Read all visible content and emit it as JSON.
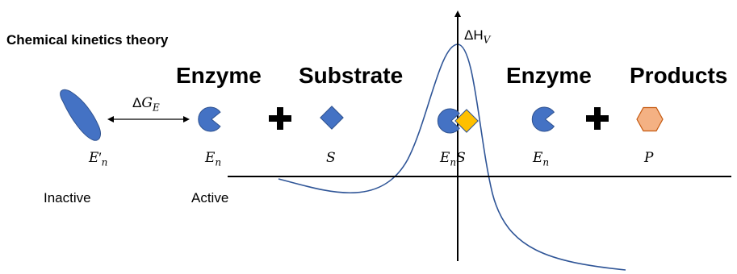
{
  "title": "Chemical kinetics theory",
  "headings": {
    "enzyme_left": "Enzyme",
    "substrate": "Substrate",
    "enzyme_right": "Enzyme",
    "products": "Products"
  },
  "equilibrium_label": {
    "delta": "Δ",
    "var": "G",
    "sub": "E"
  },
  "peak_label": {
    "delta": "ΔH",
    "sub": "V"
  },
  "species_labels": {
    "inactive_enzyme": {
      "base": "E",
      "prime": "′",
      "sub": "n"
    },
    "active_enzyme": {
      "base": "E",
      "sub": "n"
    },
    "substrate": {
      "base": "S"
    },
    "complex": {
      "base": "E",
      "sub": "n",
      "tail": "S"
    },
    "enzyme_product_side": {
      "base": "E",
      "sub": "n"
    },
    "product": {
      "base": "P"
    }
  },
  "state_labels": {
    "inactive": "Inactive",
    "active": "Active"
  },
  "plus_signs": [
    "+",
    "+"
  ],
  "colors": {
    "enzyme_blue": "#4472C4",
    "enzyme_outline": "#2F528F",
    "substrate_yellow": "#FFC000",
    "product_orange": "#F4B183",
    "product_outline": "#C55A11",
    "curve": "#2F5597",
    "axes": "#000000"
  },
  "icons": [
    "inactive-enzyme-shape",
    "pacman-enzyme",
    "diamond-substrate",
    "hexagon-product",
    "plus-sign",
    "double-arrow"
  ]
}
